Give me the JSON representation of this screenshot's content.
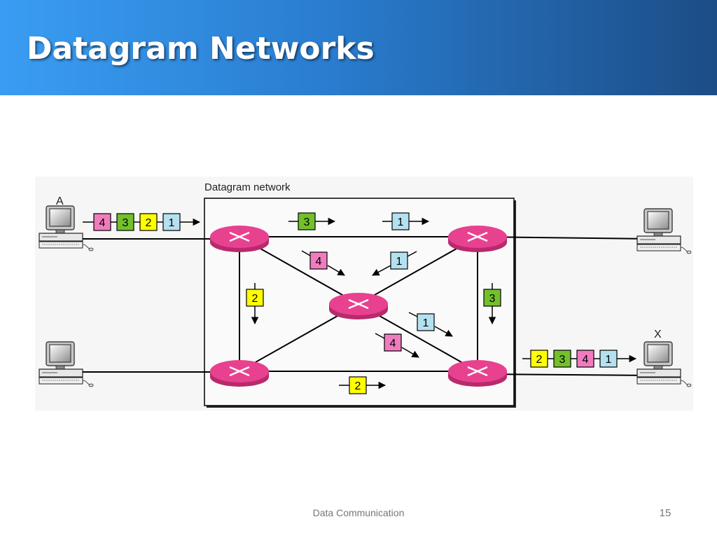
{
  "slide": {
    "title": "Datagram Networks",
    "footer": "Data Communication",
    "page_number": "15"
  },
  "colors": {
    "header_left": "#3a9df2",
    "header_mid": "#2a7dd0",
    "header_right": "#1c4d86",
    "router": "#e8418f",
    "packet_1": "#b4e1f0",
    "packet_2": "#ffff00",
    "packet_3": "#72c02c",
    "packet_4": "#f07cc0"
  },
  "diagram": {
    "network_label": "Datagram network",
    "host_a_label": "A",
    "host_x_label": "X",
    "source_queue": [
      "4",
      "3",
      "2",
      "1"
    ],
    "destination_queue": [
      "2",
      "3",
      "4",
      "1"
    ],
    "link_packets": [
      "3",
      "1",
      "4",
      "1",
      "2",
      "3",
      "1",
      "4",
      "2"
    ]
  }
}
